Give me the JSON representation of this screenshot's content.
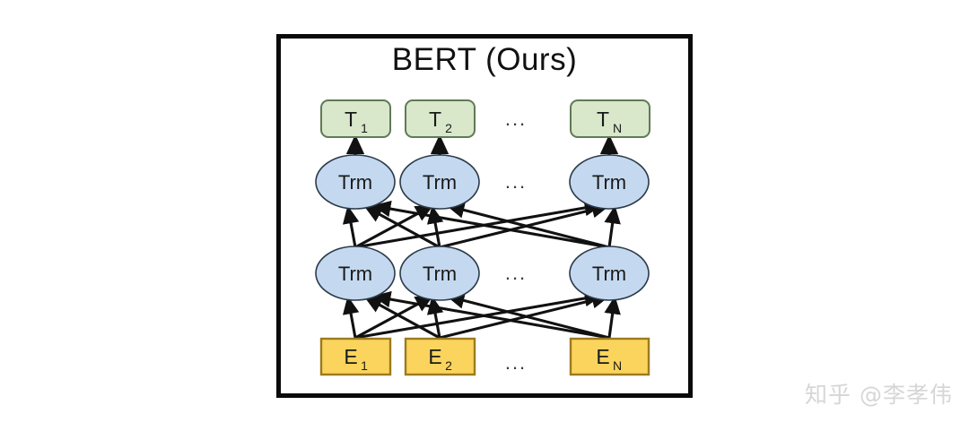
{
  "figure": {
    "title": "BERT (Ours)",
    "watermark": "知乎 @李孝伟",
    "background_color": "#ffffff",
    "frame_color": "#0a0a0a"
  },
  "colors": {
    "output_fill": "#d9e7cb",
    "output_stroke": "#5f7a55",
    "transformer_fill": "#c4d9ef",
    "transformer_stroke": "#2b3a4a",
    "embedding_fill": "#fbd45d",
    "embedding_stroke": "#9c7a1e",
    "arrow": "#111111",
    "text": "#1a1a1a",
    "watermark": "#d6d6d6"
  },
  "layers": {
    "output": {
      "name": "output-token-layer",
      "shape": "rounded-rect",
      "ellipsis": "...",
      "nodes": [
        {
          "label": "T",
          "subscript": "1",
          "full": "T1"
        },
        {
          "label": "T",
          "subscript": "2",
          "full": "T2"
        },
        {
          "label": "T",
          "subscript": "N",
          "full": "TN"
        }
      ]
    },
    "transformer_top": {
      "name": "transformer-layer-2",
      "shape": "ellipse",
      "ellipsis": "...",
      "nodes": [
        {
          "label": "Trm"
        },
        {
          "label": "Trm"
        },
        {
          "label": "Trm"
        }
      ]
    },
    "transformer_bottom": {
      "name": "transformer-layer-1",
      "shape": "ellipse",
      "ellipsis": "...",
      "nodes": [
        {
          "label": "Trm"
        },
        {
          "label": "Trm"
        },
        {
          "label": "Trm"
        }
      ]
    },
    "embedding": {
      "name": "input-embedding-layer",
      "shape": "rect",
      "ellipsis": "...",
      "nodes": [
        {
          "label": "E",
          "subscript": "1",
          "full": "E1"
        },
        {
          "label": "E",
          "subscript": "2",
          "full": "E2"
        },
        {
          "label": "E",
          "subscript": "N",
          "full": "EN"
        }
      ]
    }
  },
  "connections": {
    "transformer_to_output": "one-to-one vertical arrows",
    "embedding_to_transformer1": "fully connected bidirectional",
    "transformer1_to_transformer2": "fully connected bidirectional"
  }
}
